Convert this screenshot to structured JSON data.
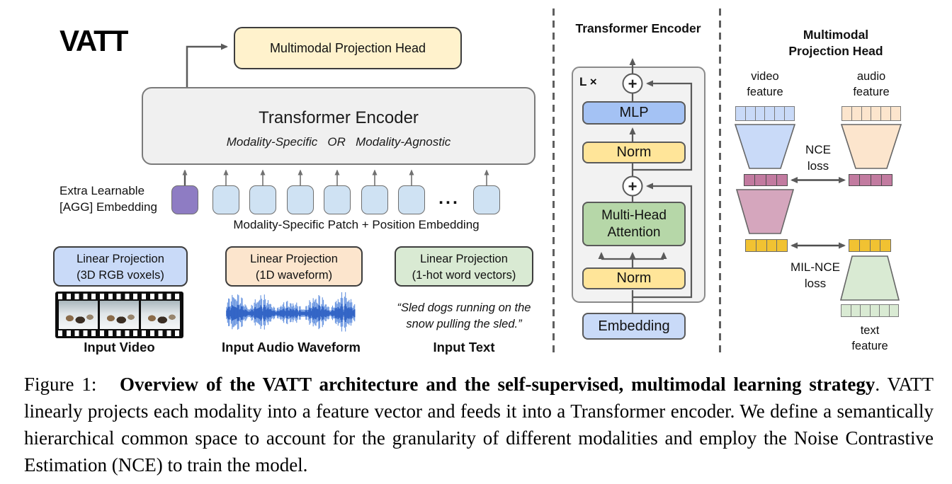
{
  "left_panel": {
    "brand": "VATT",
    "projection_head_box": "Multimodal Projection Head",
    "encoder_box_title": "Transformer Encoder",
    "encoder_box_subtitle": "Modality-Specific   OR   Modality-Agnostic",
    "agg_label": "Extra Learnable\n[AGG] Embedding",
    "ellipsis": "...",
    "patch_row_label": "Modality-Specific Patch + Position Embedding",
    "patch_row": {
      "agg_fill": "#8e7cc3",
      "token_fill": "#cfe2f3",
      "tokens_before_ellipsis": 6,
      "tokens_after_ellipsis": 1
    },
    "projections": [
      {
        "line1": "Linear Projection",
        "line2": "(3D RGB voxels)",
        "fill": "#c9daf8",
        "input_label": "Input Video"
      },
      {
        "line1": "Linear Projection",
        "line2": "(1D waveform)",
        "fill": "#fce5cd",
        "input_label": "Input Audio Waveform"
      },
      {
        "line1": "Linear Projection",
        "line2": "(1-hot word vectors)",
        "fill": "#d9ead3",
        "input_label": "Input Text"
      }
    ],
    "text_sample": "“Sled dogs running on the\nsnow pulling the sled.”"
  },
  "encoder_panel": {
    "title": "Transformer Encoder",
    "repeat_label": "L ×",
    "plus": "+",
    "mlp": "MLP",
    "norm_top": "Norm",
    "attention": "Multi-Head\nAttention",
    "norm_bottom": "Norm",
    "embedding": "Embedding"
  },
  "projection_panel": {
    "title": "Multimodal\nProjection Head",
    "video_feature": "video\nfeature",
    "audio_feature": "audio\nfeature",
    "text_feature": "text\nfeature",
    "nce_loss": "NCE\nloss",
    "mil_nce_loss": "MIL-NCE\nloss",
    "bars": {
      "video": {
        "cells": 6,
        "fill": "#c9daf8",
        "border": "#7b7b7b"
      },
      "audio": {
        "cells": 6,
        "fill": "#fce5cd",
        "border": "#7b7b7b"
      },
      "pink": {
        "cells": 4,
        "fill": "#c27ba0",
        "border": "#4d4d4d"
      },
      "yellow": {
        "cells": 4,
        "fill": "#f1c232",
        "border": "#6b6b6b"
      },
      "green": {
        "cells": 6,
        "fill": "#d9ead3",
        "border": "#7b7b7b"
      }
    }
  },
  "caption": {
    "label": "Figure 1:",
    "bold": "Overview of the VATT architecture and the self-supervised, multimodal learning strategy",
    "body": ". VATT linearly projects each modality into a feature vector and feeds it into a Transformer encoder. We define a semantically hierarchical common space to account for the granularity of different modalities and employ the Noise Contrastive Estimation (NCE) to train the model."
  },
  "colors": {
    "agg_purple": "#8e7cc3",
    "token_blue": "#cfe2f3",
    "video_blue": "#c9daf8",
    "audio_peach": "#fce5cd",
    "text_green": "#d9ead3",
    "mlp_blue": "#a4c2f4",
    "norm_yellow": "#ffe599",
    "attention_green": "#b6d7a8",
    "coarse_pink": "#c27ba0",
    "mid_pink": "#d5a6bd",
    "fine_yellow": "#f1c232",
    "projection_head_cream": "#fff2cc",
    "waveform_blue": "#3f72d8",
    "line_gray": "#5a5a5a"
  }
}
